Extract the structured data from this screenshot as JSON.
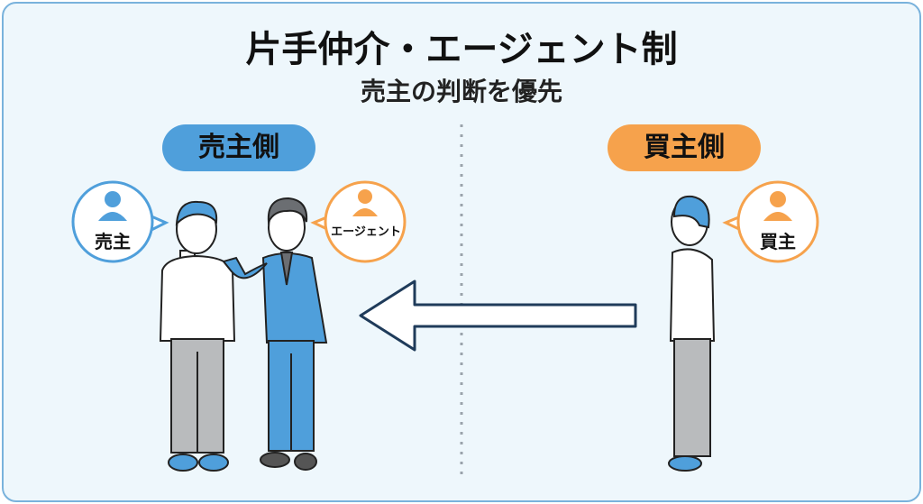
{
  "title": "片手仲介・エージェント制",
  "subtitle": "売主の判断を優先",
  "sides": {
    "seller": {
      "label": "売主側",
      "color": "#4f9fdb"
    },
    "buyer": {
      "label": "買主側",
      "color": "#f6a24c"
    }
  },
  "bubbles": {
    "seller": "売主",
    "agent": "エージェント",
    "buyer": "買主"
  },
  "arrow": {
    "direction": "left",
    "from": "買主",
    "to": "売主側"
  }
}
